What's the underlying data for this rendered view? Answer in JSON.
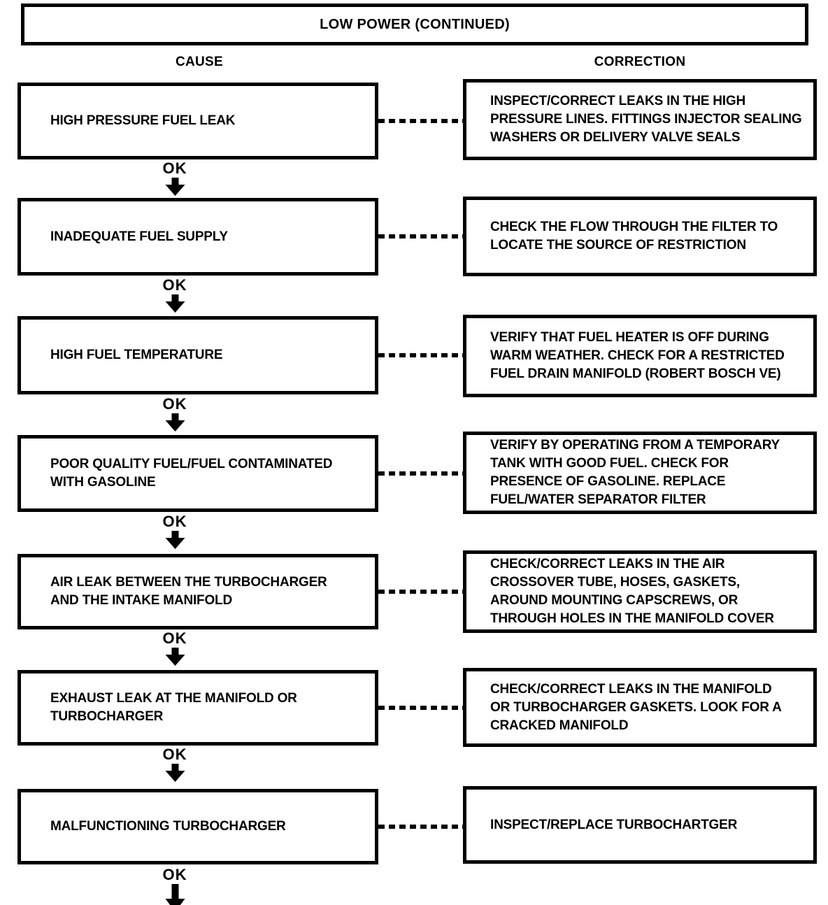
{
  "title": "LOW POWER (CONTINUED)",
  "headers": {
    "cause": "CAUSE",
    "correction": "CORRECTION"
  },
  "ok_label": "OK",
  "colors": {
    "ink": "#000000",
    "paper": "#ffffff"
  },
  "rows": [
    {
      "cause": "HIGH PRESSURE FUEL LEAK",
      "correction": "INSPECT/CORRECT LEAKS IN THE  HIGH\nPRESSURE LINES. FITTINGS INJECTOR SEALING\nWASHERS OR DELIVERY VALVE SEALS"
    },
    {
      "cause": "INADEQUATE FUEL SUPPLY",
      "correction": "CHECK THE FLOW THROUGH THE FILTER TO\nLOCATE THE SOURCE OF RESTRICTION"
    },
    {
      "cause": "HIGH FUEL TEMPERATURE",
      "correction": "VERIFY THAT FUEL HEATER IS OFF DURING\nWARM WEATHER.  CHECK FOR A RESTRICTED\nFUEL DRAIN MANIFOLD (ROBERT BOSCH VE)"
    },
    {
      "cause": "POOR QUALITY FUEL/FUEL CONTAMINATED\nWITH GASOLINE",
      "correction": "VERIFY BY OPERATING FROM A TEMPORARY\nTANK WITH GOOD FUEL.  CHECK FOR\nPRESENCE OF GASOLINE.  REPLACE\nFUEL/WATER SEPARATOR FILTER"
    },
    {
      "cause": "AIR LEAK BETWEEN THE TURBOCHARGER\nAND THE INTAKE MANIFOLD",
      "correction": "CHECK/CORRECT LEAKS IN THE AIR\nCROSSOVER TUBE, HOSES, GASKETS,\nAROUND MOUNTING CAPSCREWS, OR\nTHROUGH HOLES IN THE MANIFOLD COVER"
    },
    {
      "cause": "EXHAUST LEAK AT THE MANIFOLD OR\nTURBOCHARGER",
      "correction": "CHECK/CORRECT LEAKS IN THE MANIFOLD\nOR TURBOCHARGER GASKETS.  LOOK FOR A\nCRACKED MANIFOLD"
    },
    {
      "cause": "MALFUNCTIONING TURBOCHARGER",
      "correction": "INSPECT/REPLACE TURBOCHARTGER"
    }
  ]
}
